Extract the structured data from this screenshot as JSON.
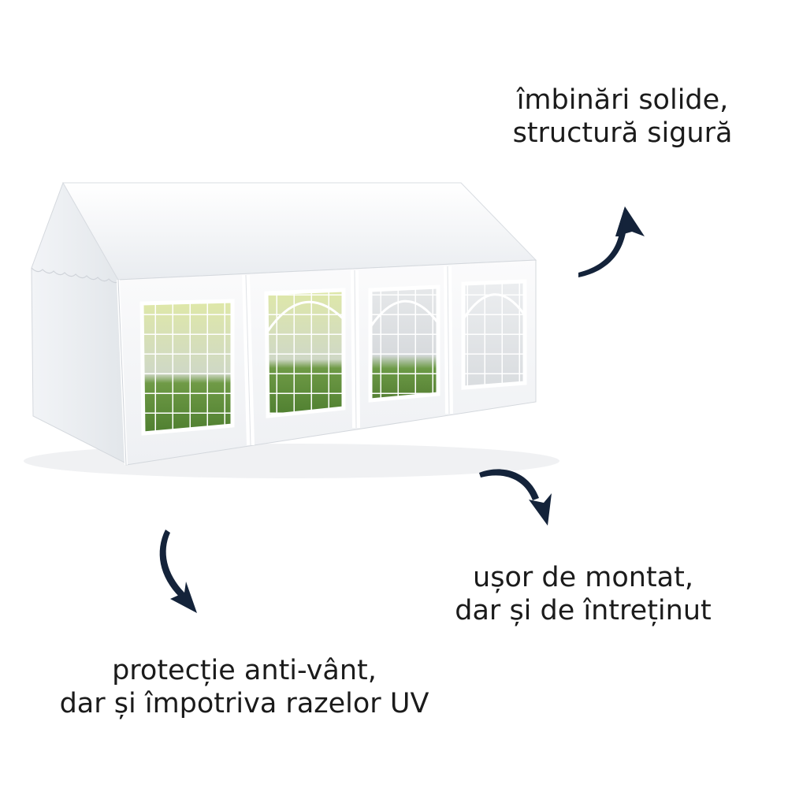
{
  "callouts": {
    "top_right": {
      "line1": "îmbinări solide,",
      "line2": "structură sigură"
    },
    "bottom_right": {
      "line1": "ușor de montat,",
      "line2": "dar și de întreținut"
    },
    "bottom_left": {
      "line1": "protecție anti-vânt,",
      "line2": "dar și împotriva razelor UV"
    }
  },
  "product_image": {
    "icon": "party-tent-image"
  },
  "arrows": [
    {
      "icon": "curved-arrow-up-right-icon"
    },
    {
      "icon": "curved-arrow-down-right-icon"
    },
    {
      "icon": "curved-arrow-down-icon"
    }
  ],
  "colors": {
    "arrow": "#14233a",
    "text": "#1b1b1b",
    "tent_white": "#f5f6f8",
    "window_frame": "#ffffff",
    "grass": "#5e8f3c",
    "foliage": "#d9ef7a"
  }
}
